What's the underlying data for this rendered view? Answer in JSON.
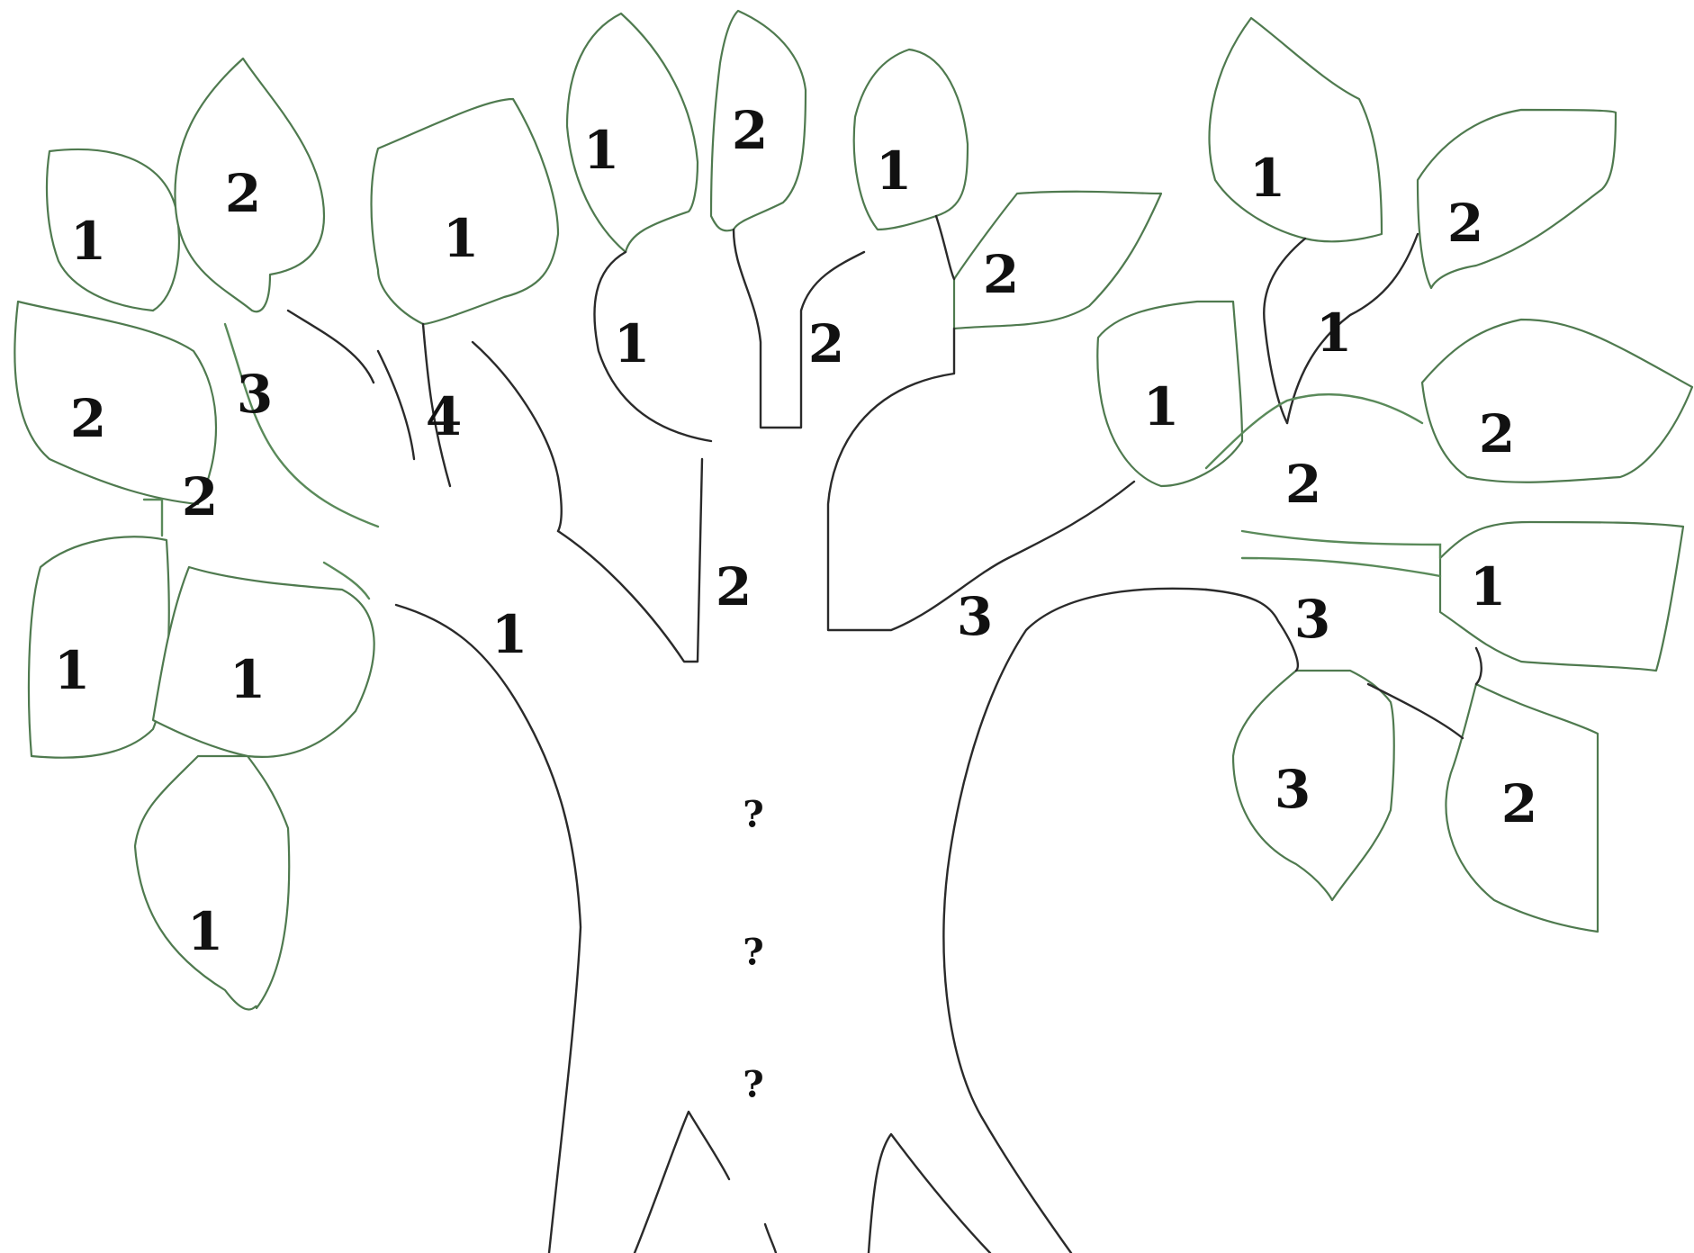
{
  "colors": {
    "leaf_outline": "#4f7a4f",
    "branch": "#2a2a2a",
    "text": "#111111",
    "background": "#ffffff"
  },
  "left_crown": {
    "leaves": [
      "1",
      "2",
      "1",
      "2",
      "1",
      "1",
      "1"
    ],
    "branch_labels": [
      "3",
      "4",
      "2",
      "1"
    ]
  },
  "middle_crown": {
    "leaves": [
      "1",
      "2",
      "1",
      "2"
    ],
    "branch_labels": [
      "1",
      "2",
      "2",
      "3"
    ]
  },
  "right_crown": {
    "leaves": [
      "1",
      "2",
      "2",
      "1",
      "3",
      "2",
      "1"
    ],
    "branch_labels": [
      "1",
      "2",
      "3"
    ]
  },
  "trunk": {
    "marks": [
      "?",
      "?",
      "?"
    ]
  }
}
